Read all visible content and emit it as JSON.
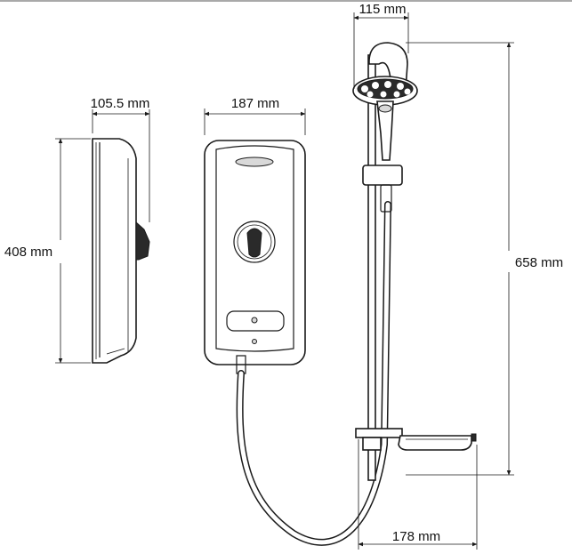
{
  "dimensions": {
    "side_depth": "105.5 mm",
    "side_height": "408 mm",
    "front_width": "187 mm",
    "head_width": "115 mm",
    "rail_height": "658 mm",
    "tray_width": "178 mm"
  }
}
